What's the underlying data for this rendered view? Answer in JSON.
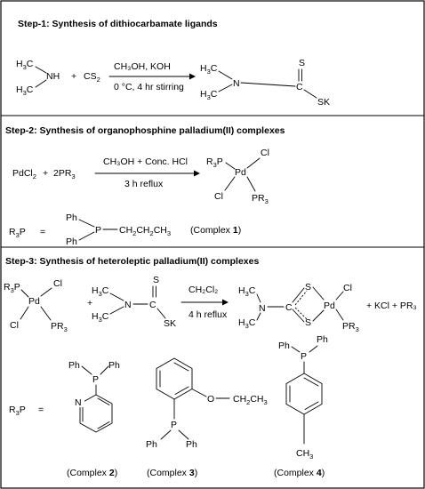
{
  "steps": [
    {
      "title": "Step-1: Synthesis of dithiocarbamate ligands"
    },
    {
      "title": "Step-2: Synthesis of organophosphine palladium(II) complexes"
    },
    {
      "title": "Step-3: Synthesis of heteroleptic palladium(II) complexes"
    }
  ],
  "step1": {
    "reagents": "CH₃OH, KOH",
    "conditions": "0 °C, 4 hr stirring"
  },
  "step2": {
    "reagents": "CH₃OH + Conc. HCl",
    "conditions": "3 h reflux",
    "complex_label": "(Complex ",
    "complex_num": "1",
    "complex_close": ")"
  },
  "step3": {
    "reagents": "CH₂Cl₂",
    "conditions": "4 h reflux",
    "byproducts": "+ KCl + PR₃",
    "complexes": [
      {
        "label": "(Complex ",
        "num": "2",
        "close": ")"
      },
      {
        "label": "(Complex ",
        "num": "3",
        "close": ")"
      },
      {
        "label": "(Complex ",
        "num": "4",
        "close": ")"
      }
    ]
  }
}
